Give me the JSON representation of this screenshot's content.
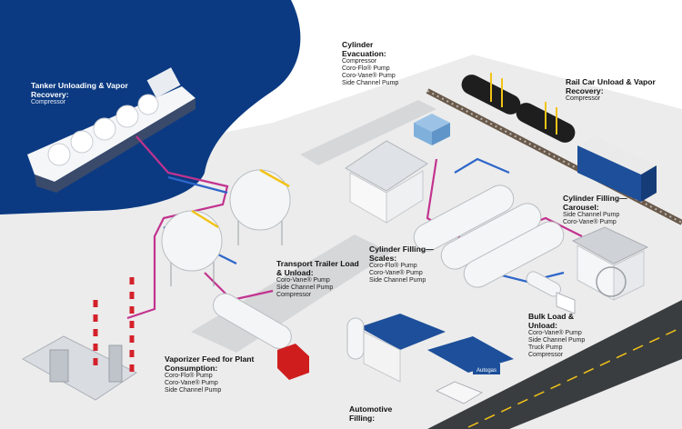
{
  "colors": {
    "water": "#0b3a82",
    "ground": "#e9e9ea",
    "road": "#3a3d40",
    "pipe_magenta": "#c2338f",
    "pipe_blue": "#2e66c9",
    "pipe_yellow": "#f2c318",
    "truck_red": "#cf1d1d",
    "locomotive_blue": "#1d4f9a"
  },
  "labels": {
    "tanker": {
      "title": "Tanker Unloading & Vapor Recovery:",
      "items": [
        "Compressor"
      ]
    },
    "cylinder_evac": {
      "title": "Cylinder Evacuation:",
      "items": [
        "Compressor",
        "Coro-Flo® Pump",
        "Coro-Vane® Pump",
        "Side Channel Pump"
      ]
    },
    "railcar": {
      "title": "Rail Car Unload & Vapor Recovery:",
      "items": [
        "Compressor"
      ]
    },
    "carousel": {
      "title": "Cylinder Filling—Carousel:",
      "items": [
        "Side Channel Pump",
        "Coro-Vane® Pump"
      ]
    },
    "scales": {
      "title": "Cylinder Filling—Scales:",
      "items": [
        "Coro-Flo® Pump",
        "Coro-Vane® Pump",
        "Side Channel Pump"
      ]
    },
    "transport": {
      "title": "Transport Trailer Load & Unload:",
      "items": [
        "Coro-Vane® Pump",
        "Side Channel Pump",
        "Compressor"
      ]
    },
    "bulk": {
      "title": "Bulk Load & Unload:",
      "items": [
        "Coro-Vane® Pump",
        "Side Channel Pump",
        "Truck Pump",
        "Compressor"
      ]
    },
    "vaporizer": {
      "title": "Vaporizer Feed for Plant Consumption:",
      "items": [
        "Coro-Flo® Pump",
        "Coro-Vane® Pump",
        "Side Channel Pump"
      ]
    },
    "automotive": {
      "title": "Automotive Filling:",
      "items": []
    }
  },
  "gas_station_sign": "Autogas"
}
